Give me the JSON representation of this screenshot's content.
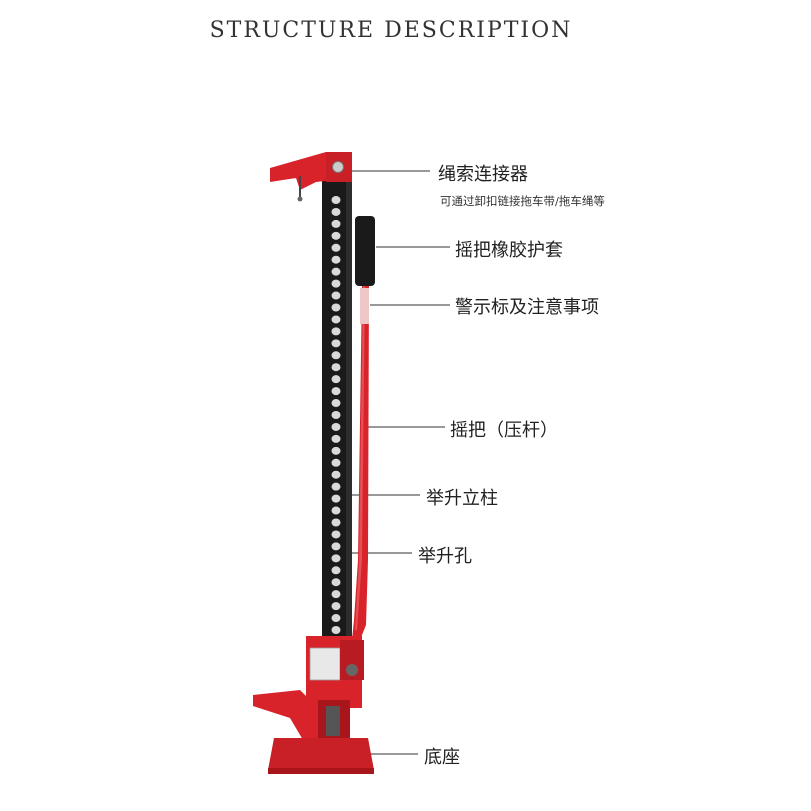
{
  "title": "STRUCTURE DESCRIPTION",
  "colors": {
    "red": "#d8232a",
    "dark_red": "#a8161c",
    "black": "#1a1a1a",
    "hole": "#d9d9d9",
    "leader": "#333333"
  },
  "parts": [
    {
      "id": "rope-connector",
      "label": "绳索连接器",
      "note": "可通过卸扣链接拖车带/拖车绳等"
    },
    {
      "id": "handle-rubber-sleeve",
      "label": "摇把橡胶护套"
    },
    {
      "id": "warning-label",
      "label": "警示标及注意事项"
    },
    {
      "id": "handle-lever",
      "label": "摇把（压杆）"
    },
    {
      "id": "lifting-column",
      "label": "举升立柱"
    },
    {
      "id": "lifting-holes",
      "label": "举升孔"
    },
    {
      "id": "base",
      "label": "底座"
    }
  ],
  "hole_count": 37
}
